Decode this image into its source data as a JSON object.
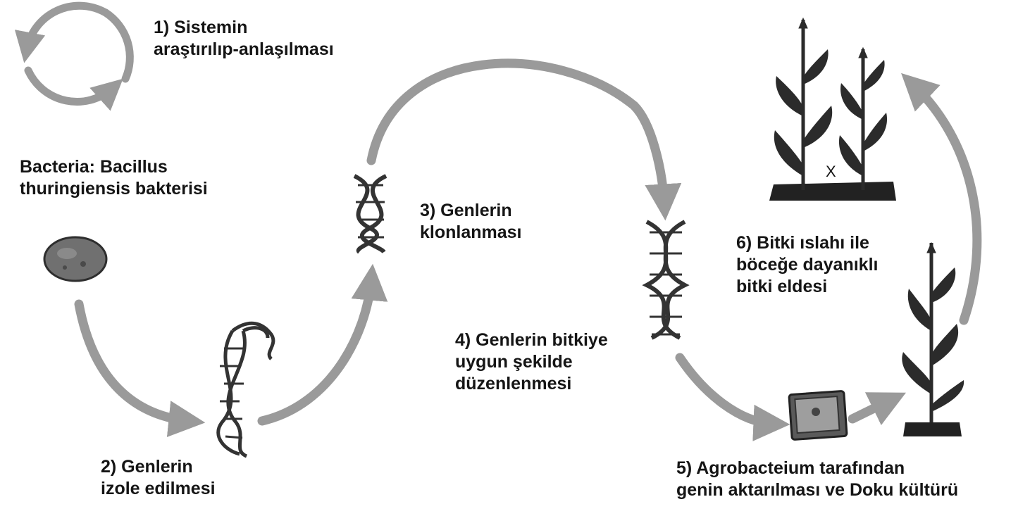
{
  "steps": {
    "s1": [
      "1) Sistemin",
      "araştırılıp-anlaşılması"
    ],
    "s2": [
      "2) Genlerin",
      "izole edilmesi"
    ],
    "s3": [
      "3) Genlerin",
      "klonlanması"
    ],
    "s4": [
      "4) Genlerin bitkiye",
      "uygun şekilde",
      "düzenlenmesi"
    ],
    "s5": [
      "5) Agrobacteium tarafından",
      "genin aktarılması ve Doku kültürü"
    ],
    "s6": [
      "6) Bitki ıslahı ile",
      "böceğe dayanıklı",
      "bitki eldesi"
    ]
  },
  "bacteria": [
    "Bacteria: Bacillus",
    "thuringiensis bakterisi"
  ],
  "cross_mark": "X",
  "colors": {
    "arrow": "#9a9a9a",
    "text": "#151515",
    "dna": "#3a3a3a",
    "plant": "#2b2b2b"
  }
}
